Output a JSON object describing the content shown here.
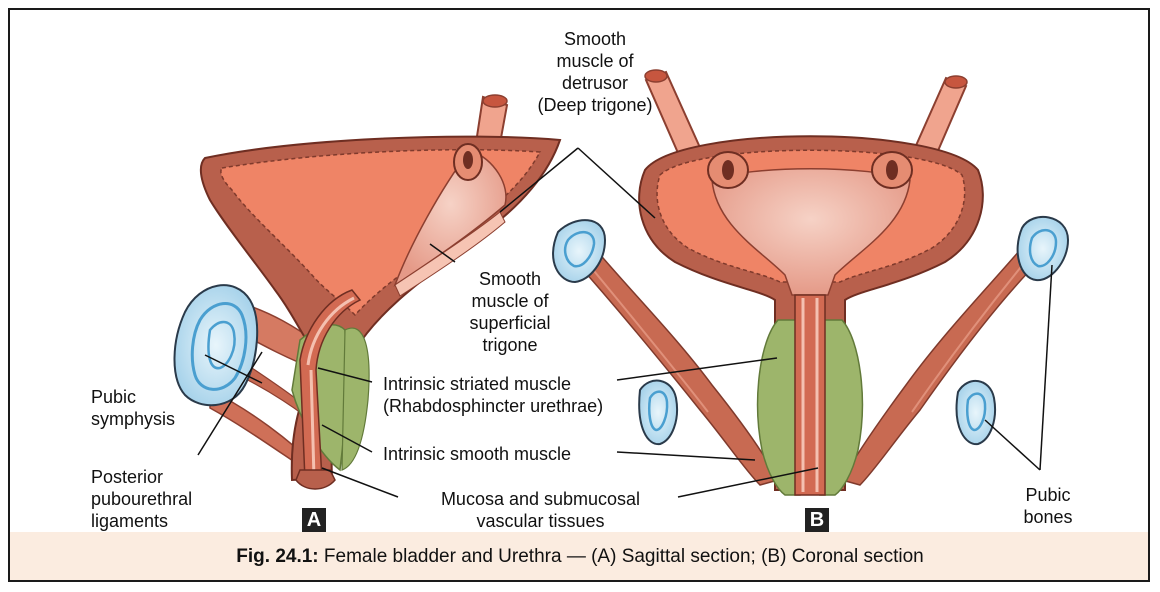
{
  "labels": {
    "detrusor": "Smooth\nmuscle of\ndetrusor\n(Deep trigone)",
    "superficial_trigone": "Smooth\nmuscle of\nsuperficial\ntrigone",
    "pubic_symphysis": "Pubic\nsymphysis",
    "posterior_ligaments": "Posterior\npubourethral\nligaments",
    "striated_muscle": "Intrinsic striated muscle\n(Rhabdosphincter urethrae)",
    "smooth_muscle": "Intrinsic smooth muscle",
    "mucosa": "Mucosa and submucosal\nvascular tissues",
    "pubic_bones": "Pubic\nbones"
  },
  "panels": {
    "a": "A",
    "b": "B"
  },
  "caption": {
    "prefix": "Fig. 24.1:",
    "text": " Female bladder and Urethra — (A) Sagittal section; (B) Coronal section"
  },
  "colors": {
    "muscle_outer": "#b8604c",
    "bladder_inner": "#ef8466",
    "mucosa_light": "#f4c0b0",
    "green_muscle": "#9db56b",
    "bone_blue": "#b8dcef",
    "caption_bg": "#fbece0"
  }
}
